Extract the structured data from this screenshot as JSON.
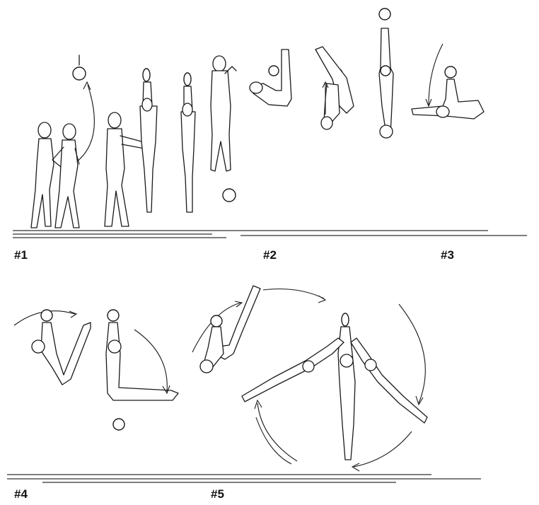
{
  "labels": {
    "p1": "#1",
    "p2": "#2",
    "p3": "#3",
    "p4": "#4",
    "p5": "#5"
  },
  "colors": {
    "ink": "#1a1a1a",
    "background": "#ffffff"
  }
}
